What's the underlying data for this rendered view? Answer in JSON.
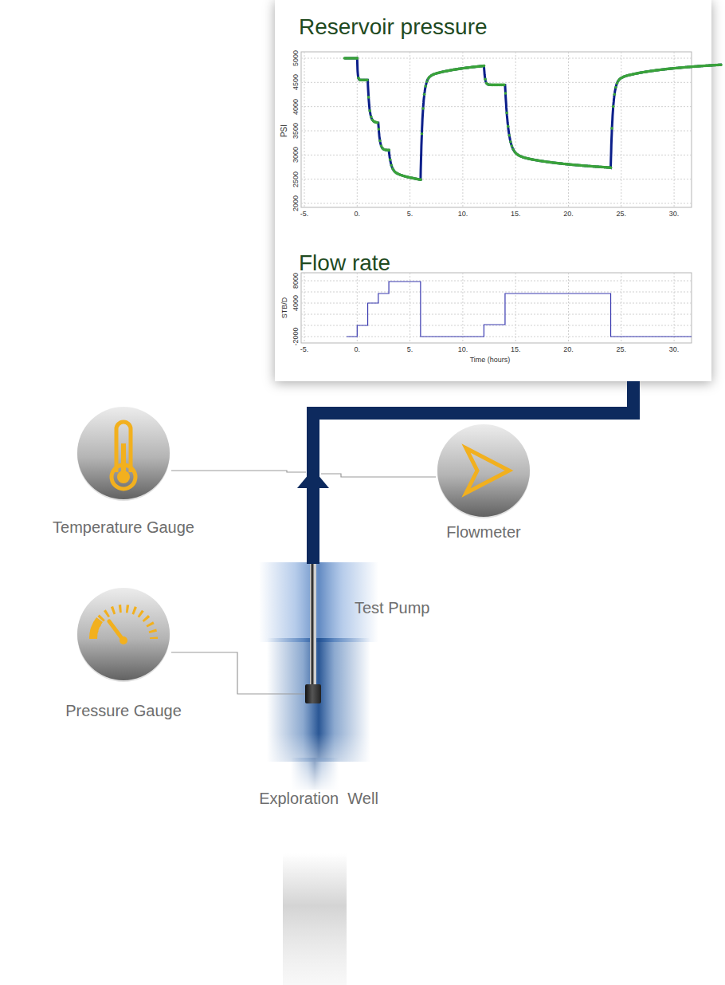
{
  "diagram": {
    "nodes": [
      {
        "text": [
          "Reservoir pressure"
        ]
      },
      {
        "text": [
          "Flow rate"
        ]
      },
      {
        "text": [
          "Temperature Gauge"
        ]
      },
      {
        "text": [
          "Flowmeter"
        ]
      },
      {
        "text": [
          "Pressure Gauge"
        ]
      },
      {
        "text": [
          "Exploration  Well"
        ]
      },
      {
        "text": [
          "Test Pump"
        ],
        "in": 5
      }
    ],
    "edges": [
      {
        "from": 6,
        "to": 1,
        "arrow": "to"
      },
      {
        "from": 4,
        "to": 6,
        "arrow": "none"
      }
    ],
    "labels": [
      "5000",
      "4500",
      "4000",
      "3500",
      "3000",
      "2500",
      "2000",
      "PSI",
      "-5.",
      "0.",
      "5.",
      "10.",
      "15.",
      "20.",
      "25.",
      "30.",
      "8000",
      "4000",
      "-2000",
      "STB/D",
      "-5.",
      "0.",
      "5.",
      "10.",
      "15.",
      "20.",
      "25.",
      "30.",
      "Time (hours)"
    ]
  }
}
